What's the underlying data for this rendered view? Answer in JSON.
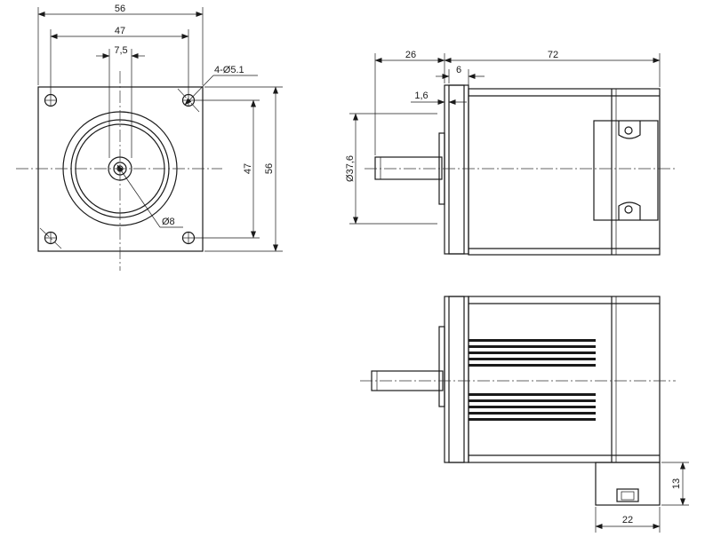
{
  "dimensions": {
    "front_width": "56",
    "front_hole_pitch": "47",
    "front_boss_offset": "7,5",
    "hole_callout": "4-Ø5.1",
    "shaft_dia": "Ø8",
    "front_pitch_vertical": "47",
    "front_height": "56",
    "side_shaft_length": "26",
    "side_flange_depth": "6",
    "side_body_length": "72",
    "side_lip": "1,6",
    "side_pilot_dia": "Ø37,6",
    "bottom_height": "13",
    "bottom_width": "22"
  }
}
